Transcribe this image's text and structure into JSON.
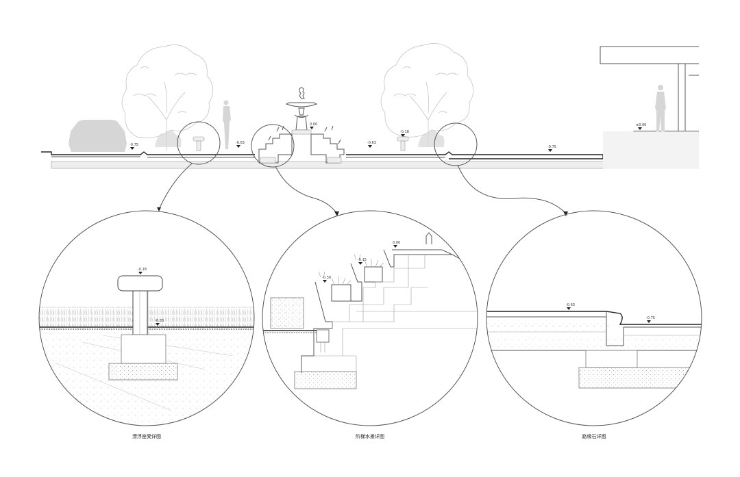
{
  "section": {
    "levels": [
      {
        "id": "lvl-road",
        "text": "-0.75"
      },
      {
        "id": "lvl-walk",
        "text": "-0.63"
      },
      {
        "id": "lvl-fountain",
        "text": "0.00"
      },
      {
        "id": "lvl-walk2",
        "text": "-0.63"
      },
      {
        "id": "lvl-seat",
        "text": "-0.18"
      },
      {
        "id": "lvl-road2",
        "text": "-0.75"
      },
      {
        "id": "lvl-house",
        "text": "±0.00"
      }
    ]
  },
  "details": [
    {
      "caption": "漂浮座凳详图",
      "levels": [
        {
          "text": "-0.18"
        },
        {
          "text": "-0.63"
        }
      ]
    },
    {
      "caption": "阶梯水景详图",
      "levels": [
        {
          "text": "0.00"
        },
        {
          "text": "-0.15"
        },
        {
          "text": "-0.30"
        }
      ]
    },
    {
      "caption": "路缘石详图",
      "levels": [
        {
          "text": "-0.63"
        },
        {
          "text": "-0.75"
        }
      ]
    }
  ],
  "colors": {
    "line": "#555555",
    "hatch": "#d6d6d6",
    "background": "#ffffff"
  }
}
